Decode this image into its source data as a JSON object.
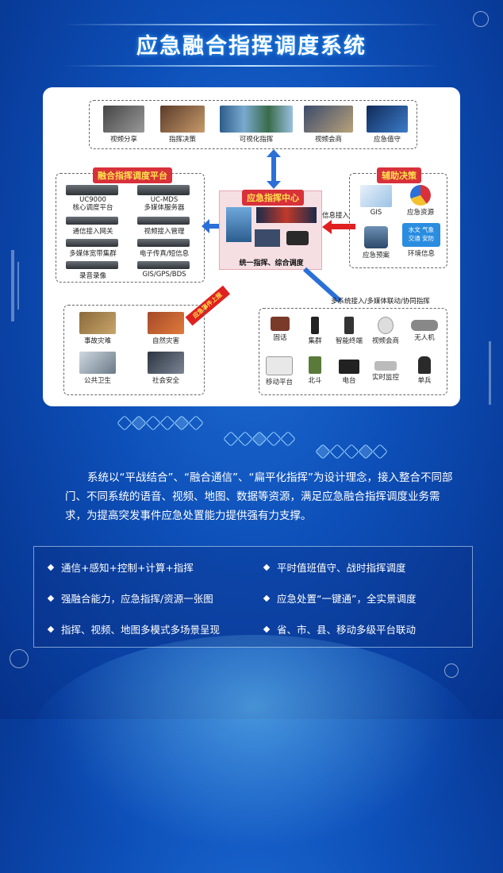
{
  "title": "应急融合指挥调度系统",
  "top_group": {
    "items": [
      {
        "label": "视频分享",
        "icon": "video-phone-icon"
      },
      {
        "label": "指挥决策",
        "icon": "command-room-icon"
      },
      {
        "label": "可视化指挥",
        "icon": "video-wall-icon"
      },
      {
        "label": "视频会商",
        "icon": "meeting-room-icon"
      },
      {
        "label": "应急值守",
        "icon": "dashboard-screen-icon"
      }
    ]
  },
  "left_group": {
    "title": "融合指挥调度平台",
    "items": [
      {
        "label": "UC9000\n核心调度平台"
      },
      {
        "label": "UC-MDS\n多媒体服务器"
      },
      {
        "label": "通信接入网关"
      },
      {
        "label": "视频接入管理"
      },
      {
        "label": "多媒体宽带集群"
      },
      {
        "label": "电子传真/短信息"
      },
      {
        "label": "录音录像"
      },
      {
        "label": "GIS/GPS/BDS"
      }
    ]
  },
  "center": {
    "title": "应急指挥中心",
    "caption": "统一指挥、综合调度"
  },
  "right_group": {
    "title": "辅助决策",
    "items": [
      {
        "label": "GIS",
        "icon": "gis-map-icon"
      },
      {
        "label": "应急资源",
        "icon": "resource-pie-icon"
      },
      {
        "label": "应急预案",
        "icon": "database-icon"
      },
      {
        "label": "环境信息",
        "icon": "weather-info-icon",
        "badge": "水文 气象\n交通 安防"
      }
    ]
  },
  "info_in_label": "信息接入",
  "bottom_left_group": {
    "arrow_label": "应急事件上报",
    "items": [
      {
        "label": "事故灾难",
        "icon": "accident-photo-icon"
      },
      {
        "label": "自然灾害",
        "icon": "disaster-photo-icon"
      },
      {
        "label": "公共卫生",
        "icon": "health-photo-icon"
      },
      {
        "label": "社会安全",
        "icon": "security-photo-icon"
      }
    ]
  },
  "bottom_right_group": {
    "title": "多系统接入/多媒体联动/协同指挥",
    "items": [
      {
        "label": "固话",
        "icon": "desk-phone-icon"
      },
      {
        "label": "集群",
        "icon": "radio-icon"
      },
      {
        "label": "智能终端",
        "icon": "smartphone-icon"
      },
      {
        "label": "视频会商",
        "icon": "conference-camera-icon"
      },
      {
        "label": "无人机",
        "icon": "drone-icon"
      },
      {
        "label": "移动平台",
        "icon": "vehicle-icon"
      },
      {
        "label": "北斗",
        "icon": "beidou-device-icon"
      },
      {
        "label": "电台",
        "icon": "radio-station-icon"
      },
      {
        "label": "实时监控",
        "icon": "cctv-camera-icon"
      },
      {
        "label": "单兵",
        "icon": "soldier-icon"
      }
    ]
  },
  "description": "系统以“平战结合”、“融合通信”、“扁平化指挥”为设计理念，接入整合不同部门、不同系统的语音、视频、地图、数据等资源，满足应急融合指挥调度业务需求，为提高突发事件应急处置能力提供强有力支撑。",
  "features": [
    "通信+感知+控制+计算+指挥",
    "平时值班值守、战时指挥调度",
    "强融合能力，应急指挥/资源一张图",
    "应急处置“一键通”，全实景调度",
    "指挥、视频、地图多模式多场景呈现",
    "省、市、县、移动多级平台联动"
  ],
  "colors": {
    "accent_red": "#d8313a",
    "title_yellow": "#ffe14d",
    "arrow_blue": "#2b6fd8",
    "bg_blue": "#0d4fb8"
  }
}
